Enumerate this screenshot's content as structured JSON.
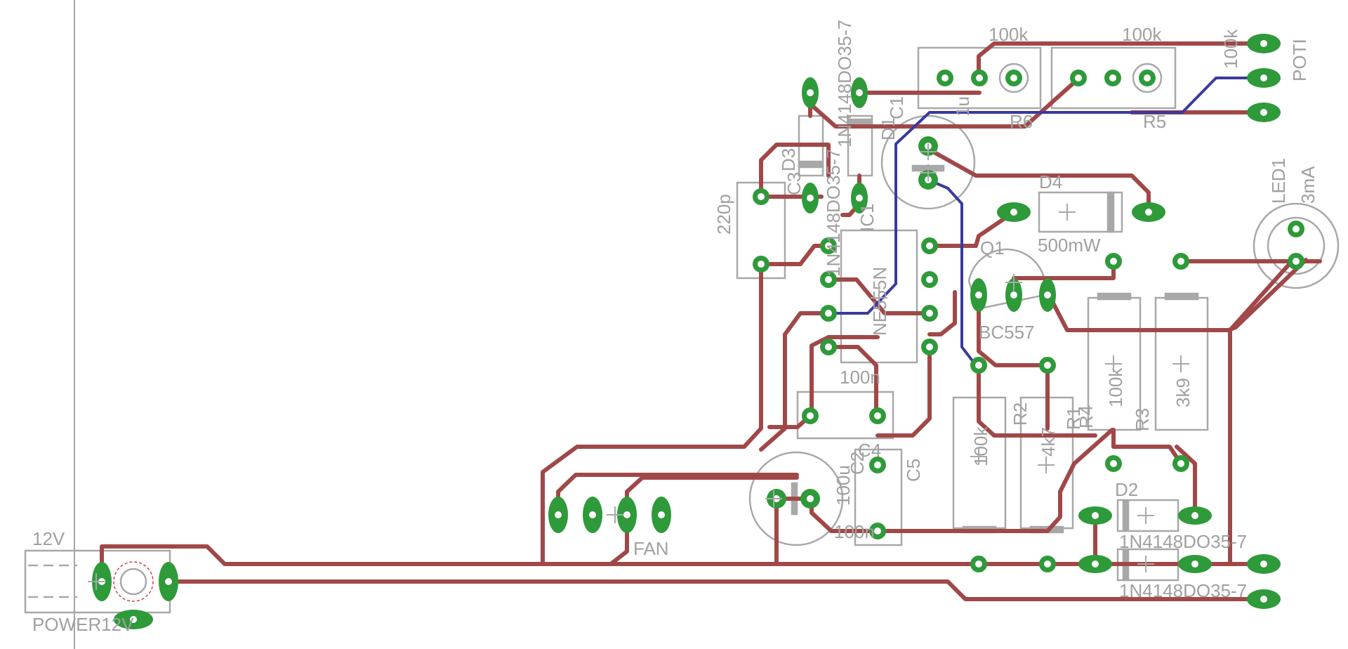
{
  "colors": {
    "background": "#ffffff",
    "trace_bottom": "#a04848",
    "trace_top": "#3a3aa0",
    "pad": "#2e9a3a",
    "outline": "#a8a8a8",
    "drill": "#ffffff",
    "led_hatch": "#d04040"
  },
  "labels": {
    "r6_value": "100k",
    "r5_value": "100k",
    "poti_value": "100k",
    "poti_name": "POTI",
    "r6_name": "R6",
    "r5_name": "R5",
    "d1_part": "1N4148DO35-7",
    "d3_part": "1N4148DO35-7",
    "d3_name": "D3",
    "c3_name": "C3",
    "d1_name": "D1",
    "c1_name": "C1",
    "c1_value": "1u",
    "c220_value": "220p",
    "ic1_name": "IC1",
    "ic1_part": "NE555N",
    "d4_name": "D4",
    "d4_value": "500mW",
    "led1_name": "LED1",
    "led1_value": "3mA",
    "q1_name": "Q1",
    "q1_part": "BC557",
    "c100n_value": "100n",
    "c2_name": "C2",
    "c2_value": "100u",
    "c4_name": "C4",
    "c5_name": "C5",
    "c5_value": "100n",
    "r1_name": "R1",
    "r1_value": "100k",
    "r2_name": "R2",
    "r2_value": "4k7",
    "r4_name": "R4",
    "r4_value": "100k",
    "r3_name": "R3",
    "r3_value": "3k9",
    "d2_name": "D2",
    "d2_part": "1N4148DO35-7",
    "d5_part": "1N4148DO35-7",
    "fan_name": "FAN",
    "power_value": "12V",
    "power_name": "POWER12V"
  }
}
